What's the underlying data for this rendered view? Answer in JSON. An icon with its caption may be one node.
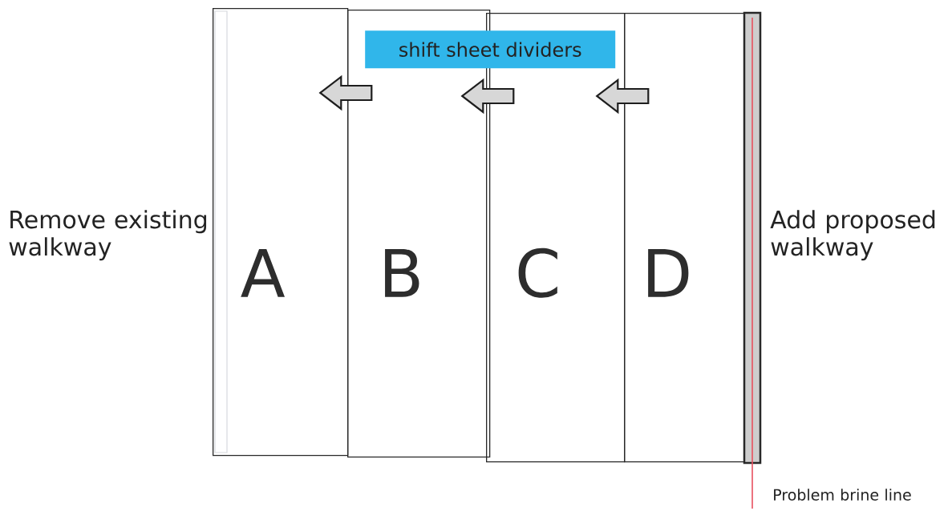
{
  "diagram": {
    "nodes": [
      {
        "text": [
          "shift sheet dividers"
        ]
      },
      {
        "text": [
          "A"
        ]
      },
      {
        "text": [
          "B"
        ]
      },
      {
        "text": [
          "C"
        ]
      },
      {
        "text": [
          "D"
        ]
      }
    ],
    "edges": [
      {
        "from": 2,
        "to": 1,
        "arrow": "to"
      },
      {
        "from": 3,
        "to": 2,
        "arrow": "to"
      },
      {
        "from": 4,
        "to": 3,
        "arrow": "to"
      }
    ],
    "labels": [
      "Remove existing walkway",
      "Add proposed walkway",
      "Problem brine line"
    ]
  }
}
